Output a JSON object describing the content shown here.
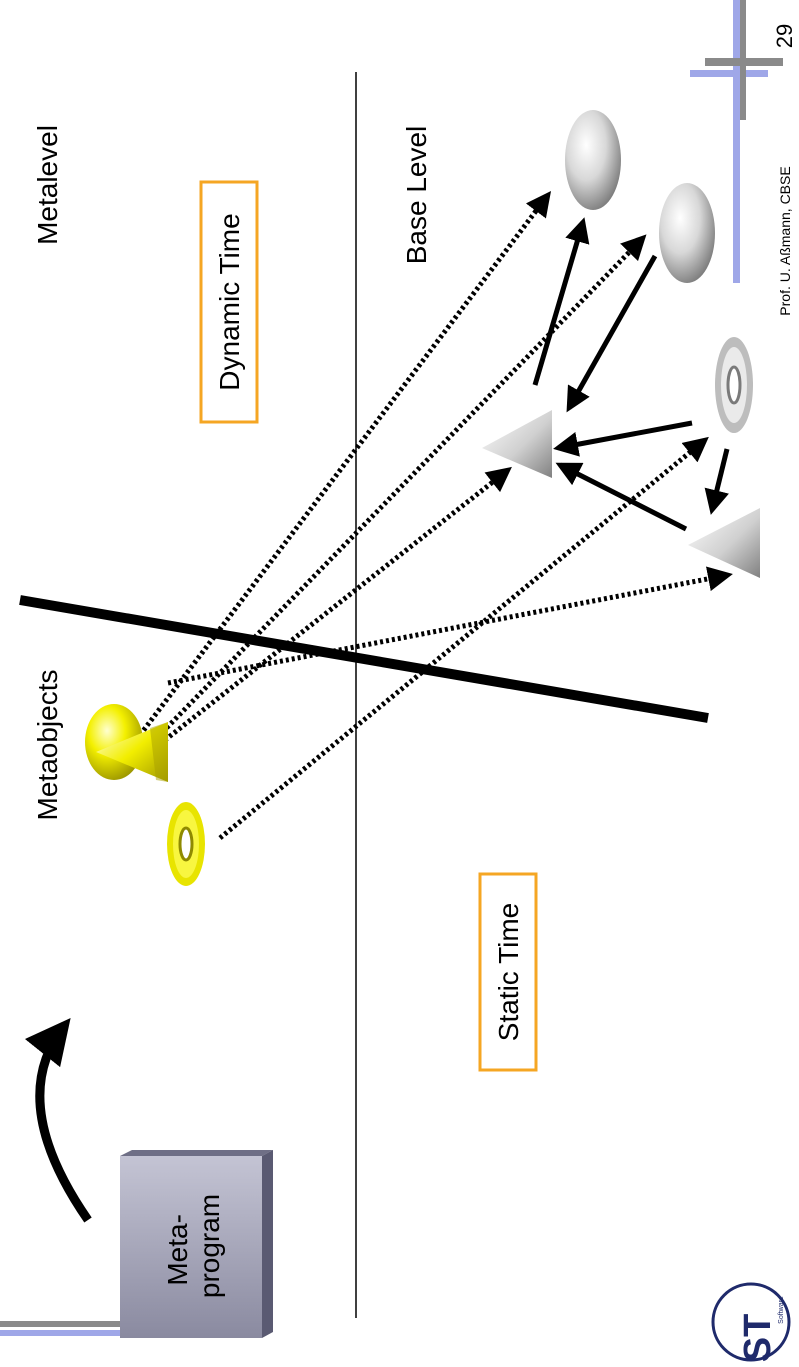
{
  "slide": {
    "number": "29",
    "footer": "Prof. U. Aßmann, CBSE",
    "logo_text": "Software Technology Group",
    "accent_color": "#f5a623",
    "decor_blue": "#9fa7e8",
    "decor_gray": "#8a8a8a"
  },
  "labels": {
    "metalevel": "Metalevel",
    "base_level": "Base Level",
    "metaobjects": "Metaobjects",
    "dynamic_time": "Dynamic Time",
    "static_time": "Static Time",
    "metaprogram_line1": "Meta-",
    "metaprogram_line2": "program"
  },
  "icons": {
    "metaprogram": "gray-cube-icon",
    "meta_sphere": "yellow-sphere-icon",
    "meta_torus": "yellow-torus-icon",
    "meta_cone": "yellow-cone-icon",
    "base_sphere": "gray-sphere-icon",
    "base_torus": "gray-torus-icon",
    "base_cone": "gray-cone-icon"
  }
}
